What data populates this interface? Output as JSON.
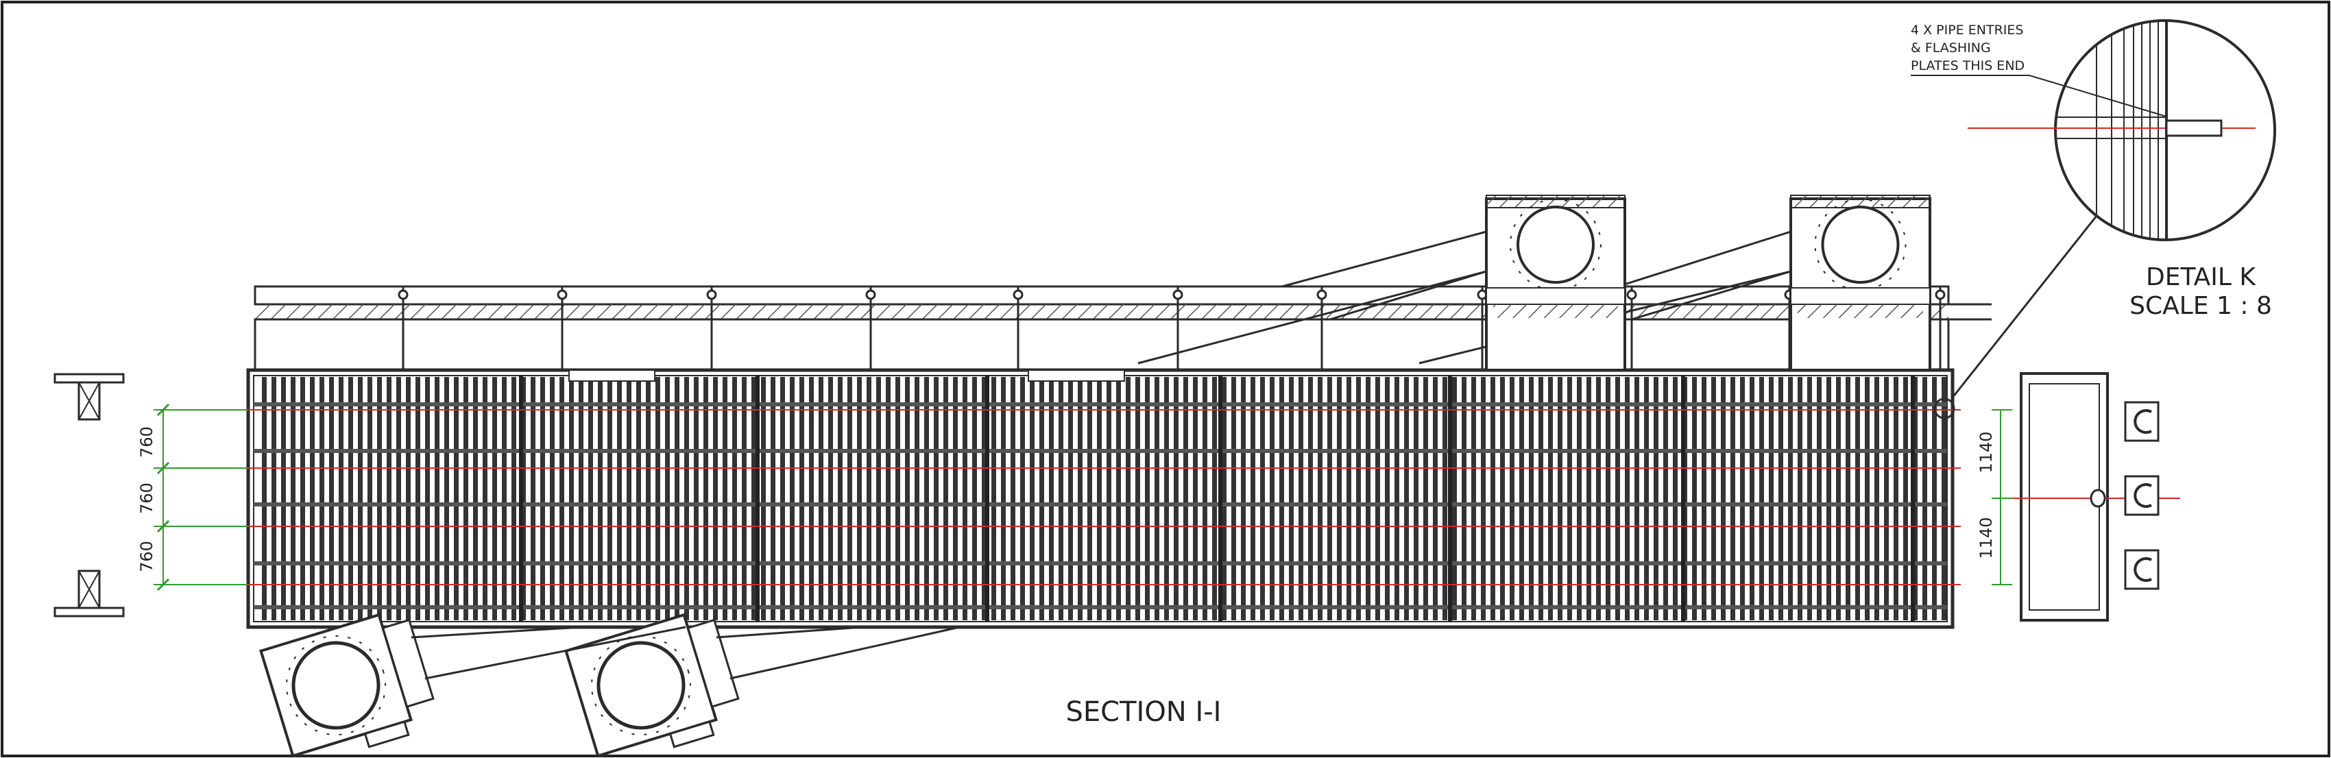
{
  "section_title": "SECTION I-I",
  "detail": {
    "title": "DETAIL K",
    "scale": "SCALE 1 : 8",
    "callout_lines": [
      "4 X PIPE ENTRIES",
      "& FLASHING",
      "PLATES THIS END"
    ]
  },
  "dims_left": [
    "760",
    "760",
    "760"
  ],
  "dims_right": [
    "1140",
    "1140"
  ],
  "colors": {
    "line": "#2b2b2b",
    "dimension": "#2e9c2e",
    "centerline": "#d22b2b",
    "hatch": "#555555",
    "dimension_text": "#2f8a2f"
  }
}
